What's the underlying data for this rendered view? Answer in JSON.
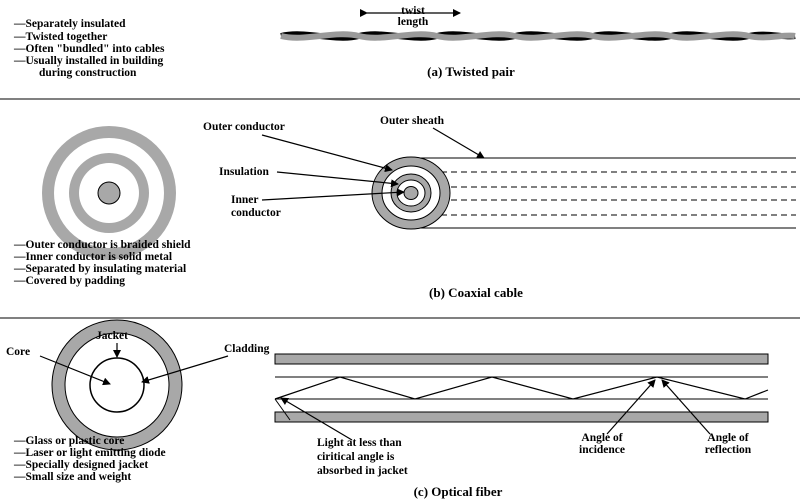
{
  "twisted_pair": {
    "bullets": [
      "—Separately insulated",
      "—Twisted together",
      "—Often \"bundled\" into cables",
      "—Usually installed in building",
      "during construction"
    ],
    "twist_label_1": "twist",
    "twist_label_2": "length",
    "caption": "(a) Twisted pair"
  },
  "coaxial": {
    "outer_conductor": "Outer conductor",
    "outer_sheath": "Outer sheath",
    "insulation": "Insulation",
    "inner_conductor_1": "Inner",
    "inner_conductor_2": "conductor",
    "bullets": [
      "—Outer conductor is braided shield",
      "—Inner conductor is solid metal",
      "—Separated by insulating material",
      "—Covered by padding"
    ],
    "caption": "(b) Coaxial cable"
  },
  "optical": {
    "jacket": "Jacket",
    "core": "Core",
    "cladding": "Cladding",
    "light_note": [
      "Light at less than",
      "ciritical angle is",
      "absorbed in jacket"
    ],
    "angle_incidence": [
      "Angle of",
      "incidence"
    ],
    "angle_reflection": [
      "Angle of",
      "reflection"
    ],
    "bullets": [
      "—Glass or plastic core",
      "—Laser or light emitting diode",
      "—Specially designed jacket",
      "—Small size and weight"
    ],
    "caption": "(c) Optical fiber"
  }
}
